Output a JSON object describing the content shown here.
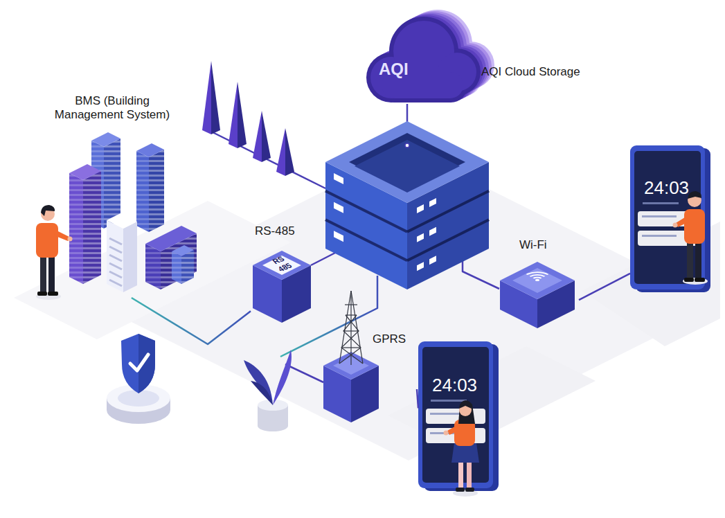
{
  "diagram": {
    "nodes": [
      {
        "text": [
          "AQI",
          "AQI Cloud Storage"
        ]
      },
      {
        "text": [
          "BMS (Building Management System)"
        ]
      },
      {
        "text": [
          "RS-485",
          "RS 485"
        ]
      },
      {
        "text": [
          "Wi-Fi"
        ]
      },
      {
        "text": [
          "GPRS"
        ]
      },
      {
        "text": [
          "24:03"
        ]
      },
      {
        "text": [
          "24:03"
        ]
      }
    ],
    "edges": [
      {
        "from": 1,
        "to": 2,
        "arrow": "none"
      },
      {
        "from": 3,
        "to": 5,
        "arrow": "none"
      },
      {
        "from": 4,
        "to": 6,
        "arrow": "none"
      }
    ]
  }
}
